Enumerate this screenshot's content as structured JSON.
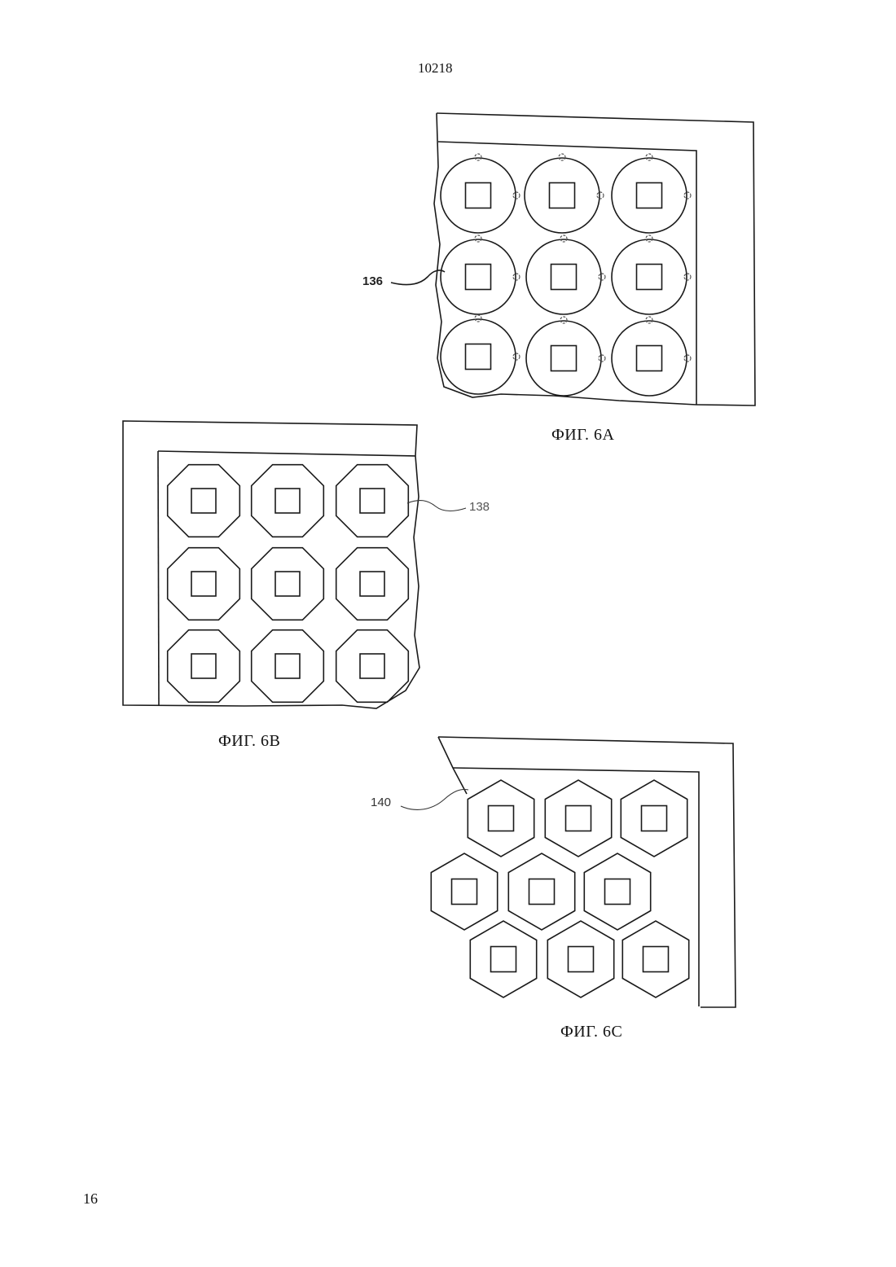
{
  "header": {
    "doc_number": "10218"
  },
  "footer": {
    "page_number": "16"
  },
  "figures": [
    {
      "id": "6A",
      "caption": "ФИГ. 6А",
      "reference": "136",
      "cell_shape": "circle"
    },
    {
      "id": "6B",
      "caption": "ФИГ. 6В",
      "reference": "138",
      "cell_shape": "octagon"
    },
    {
      "id": "6C",
      "caption": "ФИГ. 6С",
      "reference": "140",
      "cell_shape": "hexagon"
    }
  ]
}
